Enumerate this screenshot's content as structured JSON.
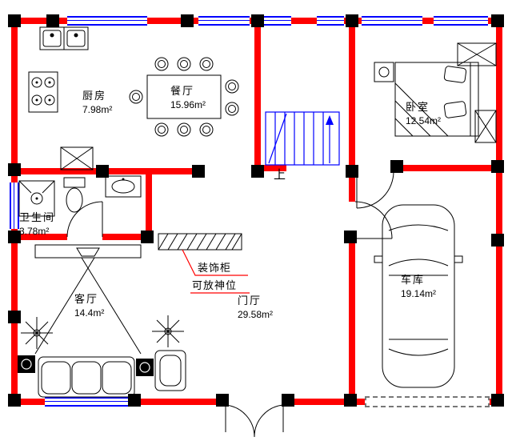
{
  "colors": {
    "wall": "#ff0000",
    "window": "#0000ff",
    "column": "#000000",
    "ink": "#000000",
    "bg": "#ffffff"
  },
  "rooms": {
    "kitchen": {
      "name": "厨房",
      "area": "7.98m²"
    },
    "dining": {
      "name": "餐厅",
      "area": "15.96m²"
    },
    "bedroom": {
      "name": "卧室",
      "area": "12.54m²"
    },
    "bathroom": {
      "name": "卫生间",
      "area": "3.78m²"
    },
    "living": {
      "name": "客厅",
      "area": "14.4m²"
    },
    "foyer": {
      "name": "门厅",
      "area": "29.58m²"
    },
    "garage": {
      "name": "车库",
      "area": "19.14m²"
    }
  },
  "annotations": {
    "stairs_up": "上",
    "cabinet_note_line1": "装饰柜",
    "cabinet_note_line2": "可放神位"
  }
}
